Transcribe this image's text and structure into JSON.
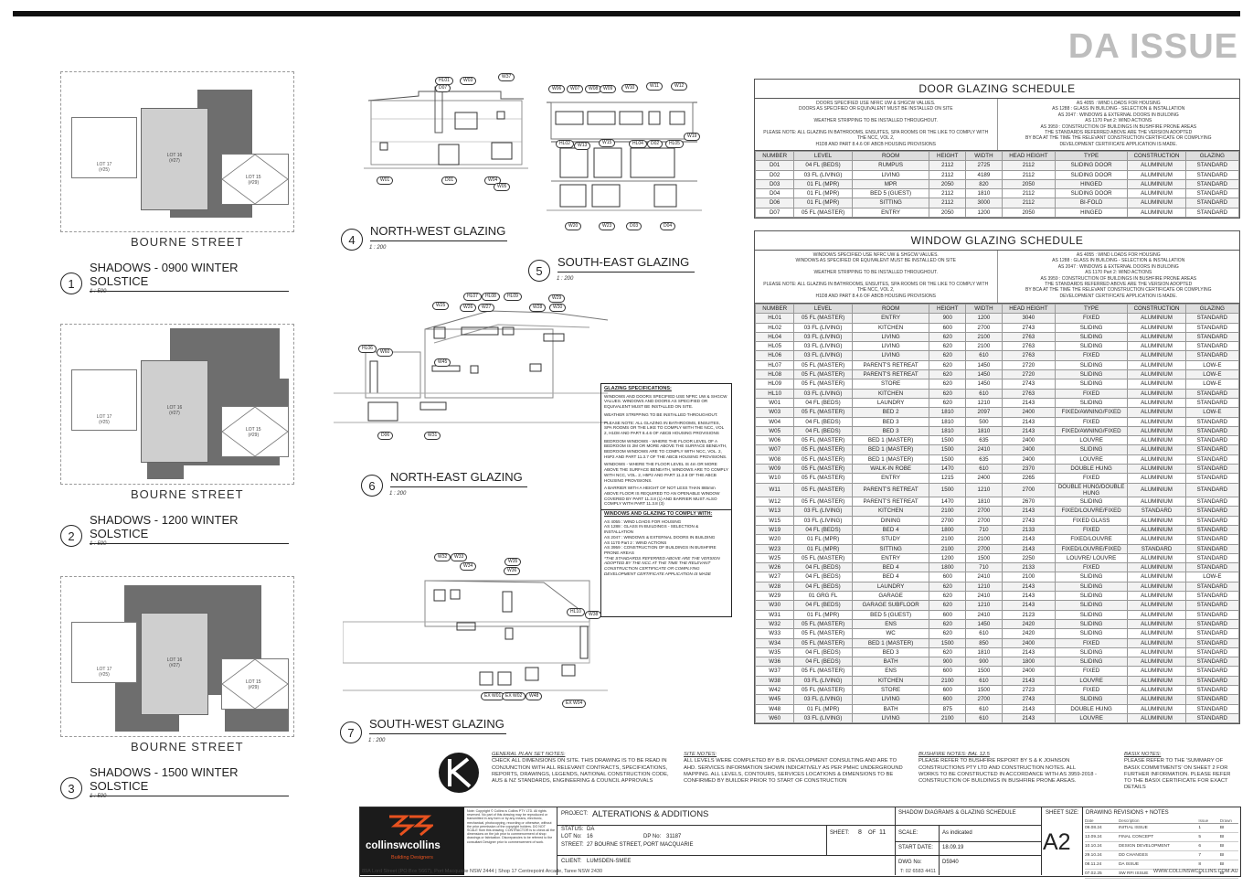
{
  "header": {
    "issue_title": "DA ISSUE"
  },
  "shadows": {
    "street_label": "BOURNE STREET",
    "lot17": "LOT 17\n(#25)",
    "lot16": "LOT 16\n(#27)",
    "lot15": "LOT 15\n(#29)",
    "views": [
      {
        "num": "1",
        "title": "SHADOWS - 0900 WINTER SOLSTICE",
        "scale": "1 : 500"
      },
      {
        "num": "2",
        "title": "SHADOWS - 1200 WINTER SOLSTICE",
        "scale": "1 : 500"
      },
      {
        "num": "3",
        "title": "SHADOWS - 1500 WINTER SOLSTICE",
        "scale": "1 : 500"
      }
    ]
  },
  "elevations": [
    {
      "num": "4",
      "title": "NORTH-WEST GLAZING",
      "scale": "1 : 200"
    },
    {
      "num": "5",
      "title": "SOUTH-EAST GLAZING",
      "scale": "1 : 200"
    },
    {
      "num": "6",
      "title": "NORTH-EAST GLAZING",
      "scale": "1 : 200"
    },
    {
      "num": "7",
      "title": "SOUTH-WEST GLAZING",
      "scale": "1 : 200"
    }
  ],
  "tags": {
    "nw": [
      "HL01",
      "D07",
      "W03",
      "W37",
      "W01",
      "D01",
      "W04",
      "W05"
    ],
    "se": [
      "W06",
      "W07",
      "W08",
      "W09",
      "W10",
      "W11",
      "W12",
      "W19",
      "HL02",
      "W13",
      "W15",
      "HL04",
      "D02",
      "HL05",
      "W20",
      "W23",
      "D03",
      "D04"
    ],
    "ne": [
      "HL07",
      "HL08",
      "HL09",
      "W29",
      "W25",
      "W26",
      "W27",
      "W28",
      "W30",
      "HL06",
      "W60",
      "W45",
      "D06",
      "W31"
    ],
    "sw": [
      "W32",
      "W33",
      "W34",
      "W35",
      "W36",
      "HL10",
      "W38",
      "EX W01",
      "EX W02",
      "W48",
      "EX W04"
    ]
  },
  "door_schedule": {
    "title": "DOOR GLAZING SCHEDULE",
    "note_left": "DOORS SPECIFIED USE NFRC UW & SHGCW VALUES.\nDOORS AS SPECIFIED OR EQUIVALENT MUST BE INSTALLED ON SITE\n\nWEATHER STRIPPING TO BE INSTALLED THROUGHOUT.\n\nPLEASE NOTE: ALL GLAZING IN BATHROOMS, ENSUITES, SPA ROOMS OR THE LIKE TO COMPLY WITH THE NCC, VOL 2,\nH1D8 AND PART 8.4.6 OF ABCB HOUSING PROVISIONS",
    "note_right": "AS 4055 : WIND LOADS FOR HOUSING\nAS 1288 : GLASS IN BUILDING - SELECTION & INSTALLATION\nAS 2047 : WINDOWS & EXTERNAL DOORS IN BUILDING\nAS 1170 Part 2: WIND ACTIONS\nAS 3959 : CONSTRUCTION OF BUILDINGS IN BUSHFIRE PRONE AREAS\nTHE STANDARDS REFERRED ABOVE ARE THE VERSION ADOPTED\nBY BCA AT THE TIME THE RELEVANT CONSTRUCTION CERTIFICATE OR COMPLYING\nDEVELOPMENT CERTIFICATE APPLICATION IS MADE.",
    "columns": [
      "NUMBER",
      "LEVEL",
      "ROOM",
      "HEIGHT",
      "WIDTH",
      "HEAD HEIGHT",
      "TYPE",
      "CONSTRUCTION",
      "GLAZING"
    ],
    "rows": [
      [
        "D01",
        "04 FL (BEDS)",
        "RUMPUS",
        "2112",
        "2725",
        "2112",
        "SLIDING DOOR",
        "ALUMINIUM",
        "STANDARD"
      ],
      [
        "D02",
        "03 FL (LIVING)",
        "LIVING",
        "2112",
        "4189",
        "2112",
        "SLIDING DOOR",
        "ALUMINIUM",
        "STANDARD"
      ],
      [
        "D03",
        "01 FL (MPR)",
        "MPR",
        "2050",
        "820",
        "2050",
        "HINGED",
        "ALUMINIUM",
        "STANDARD"
      ],
      [
        "D04",
        "01 FL (MPR)",
        "BED 5 (GUEST)",
        "2112",
        "1810",
        "2112",
        "SLIDING DOOR",
        "ALUMINIUM",
        "STANDARD"
      ],
      [
        "D06",
        "01 FL (MPR)",
        "SITTING",
        "2112",
        "3000",
        "2112",
        "BI-FOLD",
        "ALUMINIUM",
        "STANDARD"
      ],
      [
        "D07",
        "05 FL (MASTER)",
        "ENTRY",
        "2050",
        "1200",
        "2050",
        "HINGED",
        "ALUMINIUM",
        "STANDARD"
      ]
    ]
  },
  "window_schedule": {
    "title": "WINDOW GLAZING SCHEDULE",
    "note_left": "WINDOWS SPECIFIED USE NFRC UW & SHGCW VALUES.\nWINDOWS AS SPECIFIED OR EQUIVALENT MUST BE INSTALLED ON SITE\n\nWEATHER STRIPPING TO BE INSTALLED THROUGHOUT.\n\nPLEASE NOTE: ALL GLAZING IN BATHROOMS, ENSUITES, SPA ROOMS OR THE LIKE TO COMPLY WITH THE NCC, VOL 2,\nH1D8 AND PART 8.4.6 OF ABCB HOUSING PROVISIONS",
    "note_right": "AS 4055 : WIND LOADS FOR HOUSING\nAS 1288 : GLASS IN BUILDING - SELECTION & INSTALLATION\nAS 2047 : WINDOWS & EXTERNAL DOORS IN BUILDING\nAS 1170 Part 2: WIND ACTIONS\nAS 3959 : CONSTRUCTION OF BUILDINGS IN BUSHFIRE PRONE AREAS\nTHE STANDARDS REFERRED ABOVE ARE THE VERSION ADOPTED\nBY BCA AT THE TIME THE RELEVANT CONSTRUCTION CERTIFICATE OR COMPLYING\nDEVELOPMENT CERTIFICATE APPLICATION IS MADE.",
    "columns": [
      "NUMBER",
      "LEVEL",
      "ROOM",
      "HEIGHT",
      "WIDTH",
      "HEAD HEIGHT",
      "TYPE",
      "CONSTRUCTION",
      "GLAZING"
    ],
    "rows": [
      [
        "HL01",
        "05 FL (MASTER)",
        "ENTRY",
        "900",
        "1200",
        "3040",
        "FIXED",
        "ALUMINIUM",
        "STANDARD"
      ],
      [
        "HL02",
        "03 FL (LIVING)",
        "KITCHEN",
        "600",
        "2700",
        "2743",
        "SLIDING",
        "ALUMINIUM",
        "STANDARD"
      ],
      [
        "HL04",
        "03 FL (LIVING)",
        "LIVING",
        "620",
        "2100",
        "2763",
        "SLIDING",
        "ALUMINIUM",
        "STANDARD"
      ],
      [
        "HL05",
        "03 FL (LIVING)",
        "LIVING",
        "620",
        "2100",
        "2763",
        "SLIDING",
        "ALUMINIUM",
        "STANDARD"
      ],
      [
        "HL06",
        "03 FL (LIVING)",
        "LIVING",
        "620",
        "610",
        "2763",
        "FIXED",
        "ALUMINIUM",
        "STANDARD"
      ],
      [
        "HL07",
        "05 FL (MASTER)",
        "PARENT'S RETREAT",
        "620",
        "1450",
        "2720",
        "SLIDING",
        "ALUMINIUM",
        "LOW-E"
      ],
      [
        "HL08",
        "05 FL (MASTER)",
        "PARENT'S RETREAT",
        "620",
        "1450",
        "2720",
        "SLIDING",
        "ALUMINIUM",
        "LOW-E"
      ],
      [
        "HL09",
        "05 FL (MASTER)",
        "STORE",
        "620",
        "1450",
        "2743",
        "SLIDING",
        "ALUMINIUM",
        "LOW-E"
      ],
      [
        "HL10",
        "03 FL (LIVING)",
        "KITCHEN",
        "620",
        "610",
        "2763",
        "FIXED",
        "ALUMINIUM",
        "STANDARD"
      ],
      [
        "W01",
        "04 FL (BEDS)",
        "LAUNDRY",
        "620",
        "1210",
        "2143",
        "SLIDING",
        "ALUMINIUM",
        "STANDARD"
      ],
      [
        "W03",
        "05 FL (MASTER)",
        "BED 2",
        "1810",
        "2097",
        "2400",
        "FIXED/AWNING/FIXED",
        "ALUMINIUM",
        "LOW-E"
      ],
      [
        "W04",
        "04 FL (BEDS)",
        "BED 3",
        "1810",
        "500",
        "2143",
        "FIXED",
        "ALUMINIUM",
        "STANDARD"
      ],
      [
        "W05",
        "04 FL (BEDS)",
        "BED 3",
        "1810",
        "1810",
        "2143",
        "FIXED/AWNING/FIXED",
        "ALUMINIUM",
        "STANDARD"
      ],
      [
        "W06",
        "05 FL (MASTER)",
        "BED 1 (MASTER)",
        "1500",
        "635",
        "2400",
        "LOUVRE",
        "ALUMINIUM",
        "STANDARD"
      ],
      [
        "W07",
        "05 FL (MASTER)",
        "BED 1 (MASTER)",
        "1500",
        "2410",
        "2400",
        "SLIDING",
        "ALUMINIUM",
        "STANDARD"
      ],
      [
        "W08",
        "05 FL (MASTER)",
        "BED 1 (MASTER)",
        "1500",
        "635",
        "2400",
        "LOUVRE",
        "ALUMINIUM",
        "STANDARD"
      ],
      [
        "W09",
        "05 FL (MASTER)",
        "WALK-IN ROBE",
        "1470",
        "610",
        "2370",
        "DOUBLE HUNG",
        "ALUMINIUM",
        "STANDARD"
      ],
      [
        "W10",
        "05 FL (MASTER)",
        "ENTRY",
        "1215",
        "2400",
        "2265",
        "FIXED",
        "ALUMINIUM",
        "STANDARD"
      ],
      [
        "W11",
        "05 FL (MASTER)",
        "PARENT'S RETREAT",
        "1500",
        "1210",
        "2700",
        "DOUBLE HUNG/DOUBLE HUNG",
        "ALUMINIUM",
        "STANDARD"
      ],
      [
        "W12",
        "05 FL (MASTER)",
        "PARENT'S RETREAT",
        "1470",
        "1810",
        "2670",
        "SLIDING",
        "ALUMINIUM",
        "STANDARD"
      ],
      [
        "W13",
        "03 FL (LIVING)",
        "KITCHEN",
        "2100",
        "2700",
        "2143",
        "FIXED/LOUVRE/FIXED",
        "STANDARD",
        "STANDARD"
      ],
      [
        "W15",
        "03 FL (LIVING)",
        "DINING",
        "2700",
        "2700",
        "2743",
        "FIXED GLASS",
        "ALUMINIUM",
        "STANDARD"
      ],
      [
        "W19",
        "04 FL (BEDS)",
        "BED 4",
        "1800",
        "710",
        "2133",
        "FIXED",
        "ALUMINIUM",
        "STANDARD"
      ],
      [
        "W20",
        "01 FL (MPR)",
        "STUDY",
        "2100",
        "2100",
        "2143",
        "FIXED/LOUVRE",
        "ALUMINIUM",
        "STANDARD"
      ],
      [
        "W23",
        "01 FL (MPR)",
        "SITTING",
        "2100",
        "2700",
        "2143",
        "FIXED/LOUVRE/FIXED",
        "STANDARD",
        "STANDARD"
      ],
      [
        "W25",
        "05 FL (MASTER)",
        "ENTRY",
        "1200",
        "1500",
        "2250",
        "LOUVRE/ LOUVRE",
        "ALUMINIUM",
        "STANDARD"
      ],
      [
        "W26",
        "04 FL (BEDS)",
        "BED 4",
        "1800",
        "710",
        "2133",
        "FIXED",
        "ALUMINIUM",
        "STANDARD"
      ],
      [
        "W27",
        "04 FL (BEDS)",
        "BED 4",
        "600",
        "2410",
        "2100",
        "SLIDING",
        "ALUMINIUM",
        "LOW-E"
      ],
      [
        "W28",
        "04 FL (BEDS)",
        "LAUNDRY",
        "620",
        "1210",
        "2143",
        "SLIDING",
        "ALUMINIUM",
        "STANDARD"
      ],
      [
        "W29",
        "01 GRG FL",
        "GARAGE",
        "620",
        "2410",
        "2143",
        "SLIDING",
        "ALUMINIUM",
        "STANDARD"
      ],
      [
        "W30",
        "04 FL (BEDS)",
        "GARAGE SUBFLOOR",
        "620",
        "1210",
        "2143",
        "SLIDING",
        "ALUMINIUM",
        "STANDARD"
      ],
      [
        "W31",
        "01 FL (MPR)",
        "BED 5 (GUEST)",
        "600",
        "2410",
        "2123",
        "SLIDING",
        "ALUMINIUM",
        "STANDARD"
      ],
      [
        "W32",
        "05 FL (MASTER)",
        "ENS",
        "620",
        "1450",
        "2420",
        "SLIDING",
        "ALUMINIUM",
        "STANDARD"
      ],
      [
        "W33",
        "05 FL (MASTER)",
        "WC",
        "620",
        "610",
        "2420",
        "SLIDING",
        "ALUMINIUM",
        "STANDARD"
      ],
      [
        "W34",
        "05 FL (MASTER)",
        "BED 1 (MASTER)",
        "1500",
        "850",
        "2400",
        "FIXED",
        "ALUMINIUM",
        "STANDARD"
      ],
      [
        "W35",
        "04 FL (BEDS)",
        "BED 3",
        "620",
        "1810",
        "2143",
        "SLIDING",
        "ALUMINIUM",
        "STANDARD"
      ],
      [
        "W36",
        "04 FL (BEDS)",
        "BATH",
        "900",
        "900",
        "1800",
        "SLIDING",
        "ALUMINIUM",
        "STANDARD"
      ],
      [
        "W37",
        "05 FL (MASTER)",
        "ENS",
        "600",
        "1500",
        "2400",
        "FIXED",
        "ALUMINIUM",
        "STANDARD"
      ],
      [
        "W38",
        "03 FL (LIVING)",
        "KITCHEN",
        "2100",
        "610",
        "2143",
        "LOUVRE",
        "ALUMINIUM",
        "STANDARD"
      ],
      [
        "W42",
        "05 FL (MASTER)",
        "STORE",
        "600",
        "1500",
        "2723",
        "FIXED",
        "ALUMINIUM",
        "STANDARD"
      ],
      [
        "W45",
        "03 FL (LIVING)",
        "LIVING",
        "600",
        "2700",
        "2743",
        "SLIDING",
        "ALUMINIUM",
        "STANDARD"
      ],
      [
        "W48",
        "01 FL (MPR)",
        "BATH",
        "875",
        "610",
        "2143",
        "DOUBLE HUNG",
        "ALUMINIUM",
        "STANDARD"
      ],
      [
        "W60",
        "03 FL (LIVING)",
        "LIVING",
        "2100",
        "610",
        "2143",
        "LOUVRE",
        "ALUMINIUM",
        "STANDARD"
      ]
    ]
  },
  "glazing_specs": {
    "title": "GLAZING SPECIFICATIONS:",
    "paras": [
      "WINDOWS AND DOORS SPECIFIED USE NFRC UW & SHGCW VALUES. WINDOWS AND DOORS AS SPECIFIED OR EQUIVALENT MUST BE INSTALLED ON SITE.",
      "WEATHER STRIPPING TO BE INSTALLED THROUGHOUT.",
      "PLEASE NOTE: ALL GLAZING IN BATHROOMS, ENSUITES, SPA ROOMS OR THE LIKE TO COMPLY WITH THE NCC, VOL 2, H1D8 AND PART 8.4.6 OF ABCB HOUSING PROVISIONS",
      "BEDROOM WINDOWS - WHERE THE FLOOR LEVEL OF A BEDROOM IS 2M OR MORE ABOVE THE SURFACE BENEATH, BEDROOM WINDOWS ARE TO COMPLY WITH NCC, VOL. 2, H5P2 AND PART 11.3.7 OF THE ABCB HOUSING PROVISIONS.",
      "WINDOWS - WHERE THE FLOOR LEVEL IS 4m OR MORE ABOVE THE SURFACE BENEATH, WINDOWS ARE TO COMPLY WITH NCC, VOL. 2, H5P2 AND PART 11.3.8 OF THE ABCB HOUSING PROVISIONS.",
      "A BARRIER WITH A HEIGHT OF NOT LESS THAN 865mm ABOVE FLOOR IS REQUIRED TO AN OPENABLE WINDOW COVERED BY PART 11.3.8 (1) AND BARRIER MUST ALSO COMPLY WITH PART 11.3.8 (3)"
    ],
    "comply_title": "WINDOWS AND GLAZING TO COMPLY WITH:",
    "comply": [
      "AS 4055 : WIND LOADS FOR HOUSING",
      "AS 1288 : GLASS IN BUILDINGS - SELECTION & INSTALLATION",
      "AS 2047 : WINDOWS & EXTERNAL DOORS IN BUILDING",
      "AS 1170 Part 2 : WIND ACTIONS",
      "AS 3959 : CONSTRUCTION OF BUILDINGS IN BUSHFIRE PRONE AREAS"
    ],
    "comply_note": "*THE STANDARDS REFERRED ABOVE ARE THE VERSION ADOPTED BY THE NCC AT THE TIME THE RELEVANT CONSTRUCTION CERTIFICATE OR COMPLYING DEVELOPMENT CERTIFICATE APPLICATION IS MADE"
  },
  "general_notes": {
    "plan_title": "GENERAL PLAN SET NOTES:",
    "plan_text": "CHECK ALL DIMENSIONS ON SITE. THIS DRAWING IS TO BE READ IN CONJUNCTION WITH ALL RELEVANT CONTRACTS, SPECIFICATIONS, REPORTS, DRAWINGS, LEGENDS, NATIONAL CONSTRUCTION CODE, AUS & NZ STANDARDS, ENGINEERING & COUNCIL APPROVALS",
    "site_title": "SITE NOTES:",
    "site_text": "ALL LEVELS WERE COMPLETED BY B.R. DEVELOPMENT CONSULTING AND ARE TO AHD. SERVICES INFORMATION SHOWN INDICATIVELY AS PER PMHC UNDERGROUND MAPPING. ALL LEVELS, CONTOURS, SERVICES LOCATIONS & DIMENSIONS TO BE CONFIRMED BY BUILDER PRIOR TO START OF CONSTRUCTION",
    "bush_title": "BUSHFIRE NOTES: BAL 12.5",
    "bush_text": "PLEASE REFER TO BUSHFIRE REPORT BY S & K JOHNSON CONSTRUCTIONS PTY LTD AND CONSTRUCTION NOTES. ALL WORKS TO BE CONSTRUCTED IN ACCORDANCE WITH AS 3959-2018 - CONSTRUCTION OF BUILDINGS IN BUSHFIRE PRONE AREAS.",
    "basix_title": "BASIX NOTES:",
    "basix_text": "PLEASE REFER TO THE 'SUMMARY OF BASIX COMMITMENTS' ON SHEET 2 FOR FURTHER INFORMATION. PLEASE REFER TO THE BASIX CERTIFICATE FOR EXACT DETAILS"
  },
  "title_block": {
    "brand": "collinswcollins",
    "brand_sub": "Building Designers",
    "copyright": "Note: Copyright © Collins w Collins PTY LTD. All rights reserved. No part of this drawing may be reproduced or transmitted in any form or by any means, electronic, mechanical, photocopying, recording or otherwise, without the prior permission of the copyright holders. DO NOT SCALE from this drawing. CONTRACTOR is to check all the dimensions on the job prior to commencement of shop drawings or fabrication. Discrepancies to be referred to the consultant Designer prior to commencement of work.",
    "project_label": "PROJECT:",
    "project": "ALTERATIONS & ADDITIONS",
    "status_label": "STATUS:",
    "status": "DA",
    "lot_label": "LOT No:",
    "lot": "16",
    "dp_label": "DP No:",
    "dp": "31187",
    "street_label": "STREET:",
    "street": "27 BOURNE STREET, PORT MACQUARIE",
    "client_label": "CLIENT:",
    "client": "LUMSDEN-SMEE",
    "sheet_label": "SHEET:",
    "sheet": "8",
    "of_label": "OF",
    "sheet_total": "11",
    "drawing_title": "SHADOW DIAGRAMS & GLAZING SCHEDULE",
    "scale_label": "SCALE:",
    "scale": "As indicated",
    "start_label": "START DATE:",
    "start": "18.09.19",
    "dwg_label": "DWG No:",
    "dwg": "D5940",
    "sheet_size_label": "SHEET SIZE:",
    "sheet_size": "A2",
    "rev_title": "DRAWING REVISIONS + NOTES",
    "rev_cols": [
      "Date",
      "Description",
      "Issue",
      "Drawn"
    ],
    "revisions": [
      [
        "09.08.24",
        "INITIAL ISSUE",
        "1",
        "BI"
      ],
      [
        "13.09.24",
        "FINAL CONCEPT",
        "5",
        "BI"
      ],
      [
        "10.10.24",
        "DESIGN DEVELOPMENT",
        "6",
        "BI"
      ],
      [
        "29.10.24",
        "DD CHANGES",
        "7",
        "BI"
      ],
      [
        "08.11.24",
        "DA ISSUE",
        "8",
        "BI"
      ],
      [
        "07.02.25",
        "SW RFI ISSUE",
        "9",
        "BI"
      ]
    ],
    "address": "89A Lord Street (PO Box 5667), Port Macquarie NSW 2444 | Shop 17 Centrepoint Arcade, Taree NSW 2430",
    "phone": "T: 02 6583 4411",
    "website": "WWW.COLLINSWCOLLINS.COM.AU"
  }
}
